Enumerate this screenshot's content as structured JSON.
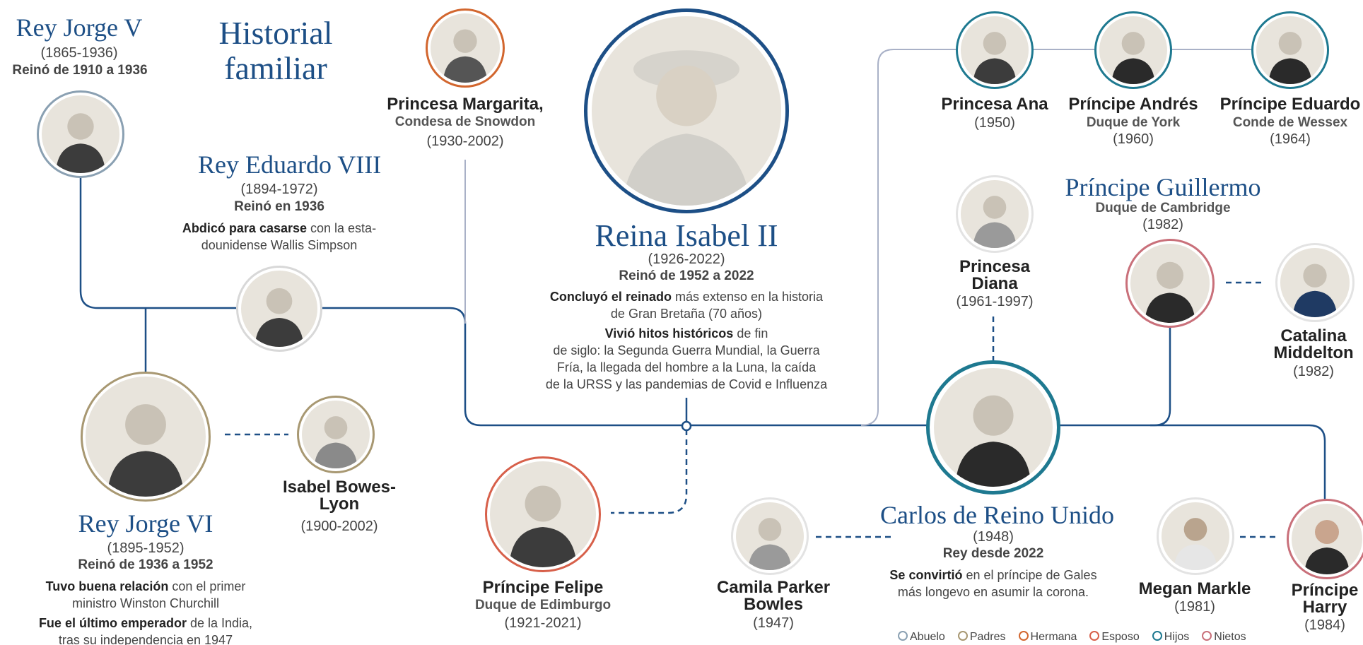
{
  "header": {
    "title_line1": "Historial",
    "title_line2": "familiar"
  },
  "colors": {
    "line_main": "#1d4f86",
    "line_light": "#a9b1c7",
    "abuelo": "#8aa0b2",
    "padres": "#a89872",
    "hermana": "#d2662e",
    "esposo": "#d7604a",
    "hijos": "#1e7990",
    "nietos": "#c9707a"
  },
  "people": {
    "jorge_v": {
      "name": "Rey Jorge V",
      "years": "(1865-1936)",
      "reign": "Reinó de 1910 a 1936"
    },
    "eduardo_viii": {
      "name": "Rey Eduardo VIII",
      "years": "(1894-1972)",
      "reign": "Reinó en 1936",
      "desc_bold": "Abdicó para casarse",
      "desc_rest": " con la esta-",
      "desc_line2": "dounidense Wallis Simpson"
    },
    "jorge_vi": {
      "name": "Rey Jorge VI",
      "years": "(1895-1952)",
      "reign": "Reinó de 1936 a 1952",
      "desc1_bold": "Tuvo buena relación",
      "desc1_rest": " con el primer",
      "desc1_line2": "ministro Winston Churchill",
      "desc2_bold": "Fue el último emperador",
      "desc2_rest": " de la India,",
      "desc2_line2": "tras su independencia en 1947"
    },
    "isabel_bowes": {
      "name_line1": "Isabel Bowes-",
      "name_line2": "Lyon",
      "years": "(1900-2002)"
    },
    "margarita": {
      "name": "Princesa Margarita,",
      "title": "Condesa de Snowdon",
      "years": "(1930-2002)"
    },
    "isabel_ii": {
      "name": "Reina Isabel II",
      "years": "(1926-2022)",
      "reign": "Reinó de 1952 a 2022",
      "desc1_bold": "Concluyó el reinado",
      "desc1_rest": " más extenso en la historia",
      "desc1_line2": "de Gran Bretaña (70 años)",
      "desc2_bold": "Vivió hitos históricos",
      "desc2_rest": " de fin",
      "desc2_line2": "de siglo: la Segunda Guerra Mundial, la Guerra",
      "desc2_line3": "Fría, la llegada del hombre a la Luna, la caída",
      "desc2_line4": "de la URSS y las pandemias de Covid e Influenza"
    },
    "felipe": {
      "name": "Príncipe Felipe",
      "title": "Duque de Edimburgo",
      "years": "(1921-2021)"
    },
    "ana": {
      "name": "Princesa Ana",
      "years": "(1950)"
    },
    "andres": {
      "name": "Príncipe Andrés",
      "title": "Duque de York",
      "years": "(1960)"
    },
    "eduardo": {
      "name": "Príncipe Eduardo",
      "title": "Conde de Wessex",
      "years": "(1964)"
    },
    "diana": {
      "name_line1": "Princesa",
      "name_line2": "Diana",
      "years": "(1961-1997)"
    },
    "guillermo": {
      "name": "Príncipe Guillermo",
      "title": "Duque de Cambridge",
      "years": "(1982)"
    },
    "catalina": {
      "name_line1": "Catalina",
      "name_line2": "Middelton",
      "years": "(1982)"
    },
    "camila": {
      "name_line1": "Camila Parker",
      "name_line2": "Bowles",
      "years": "(1947)"
    },
    "carlos": {
      "name": "Carlos de Reino Unido",
      "years": "(1948)",
      "reign": "Rey desde 2022",
      "desc_bold": "Se convirtió",
      "desc_rest": " en el príncipe de Gales",
      "desc_line2": "más longevo en asumir la corona."
    },
    "megan": {
      "name": "Megan Markle",
      "years": "(1981)"
    },
    "harry": {
      "name_line1": "Príncipe",
      "name_line2": "Harry",
      "years": "(1984)"
    }
  },
  "legend": [
    {
      "label": "Abuelo",
      "color": "#8aa0b2"
    },
    {
      "label": "Padres",
      "color": "#a89872"
    },
    {
      "label": "Hermana",
      "color": "#d2662e"
    },
    {
      "label": "Esposo",
      "color": "#d7604a"
    },
    {
      "label": "Hijos",
      "color": "#1e7990"
    },
    {
      "label": "Nietos",
      "color": "#c9707a"
    }
  ]
}
